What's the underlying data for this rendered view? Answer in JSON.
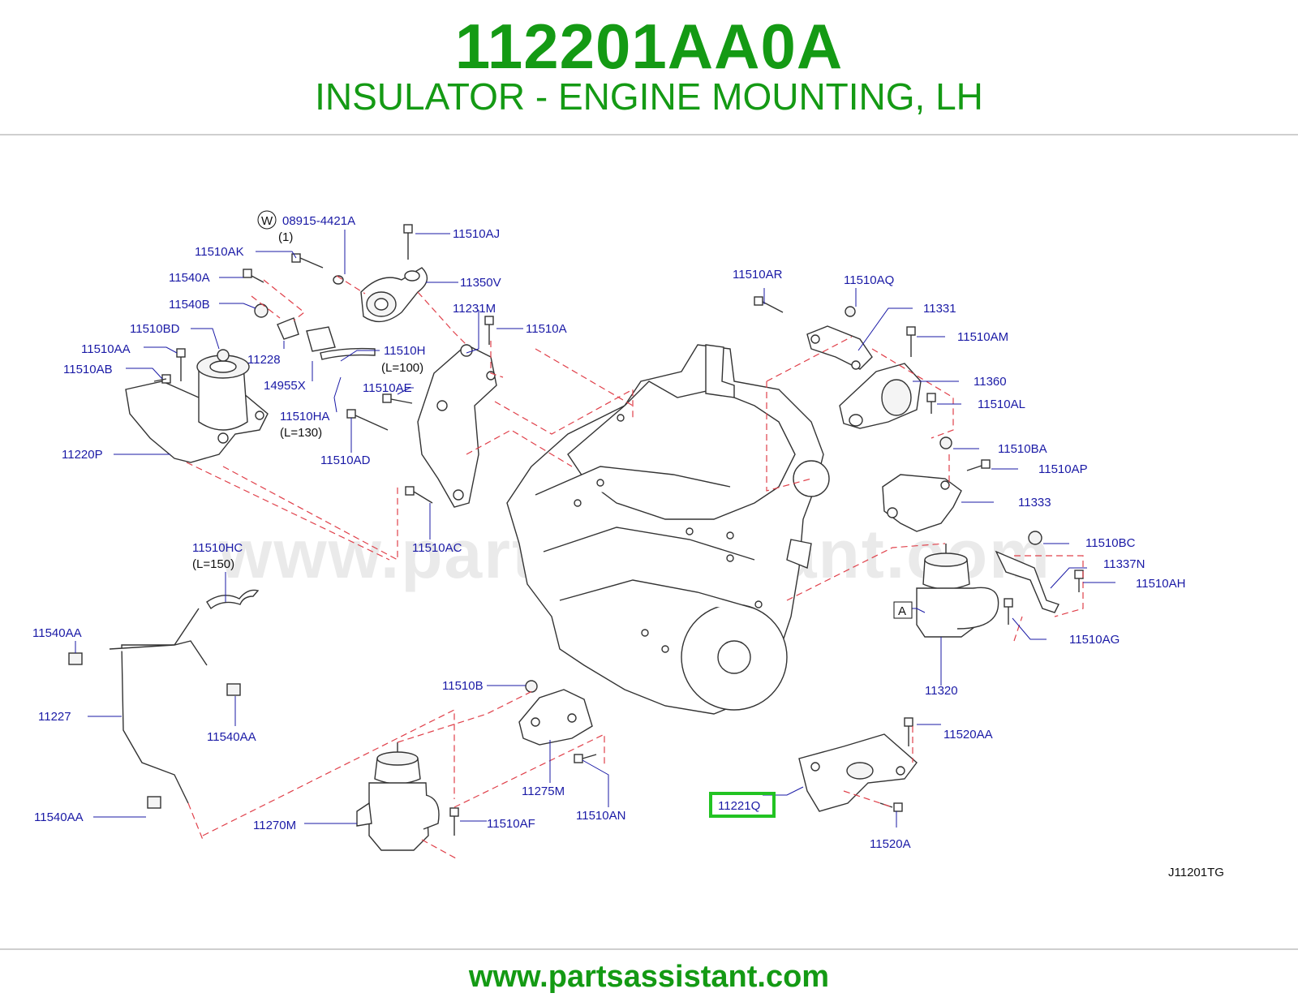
{
  "header": {
    "part_number": "112201AA0A",
    "part_name": "INSULATOR - ENGINE MOUNTING, LH"
  },
  "diagram": {
    "watermark": "www.partsassistant.com",
    "figure_code": "J11201TG",
    "highlighted_callout": "11221Q",
    "callouts": {
      "c08915": "08915-4421A",
      "c08915_qty": "(1)",
      "c08915_marker": "W",
      "c11510AJ": "11510AJ",
      "c11510AK": "11510AK",
      "c11540A": "11540A",
      "c11350V": "11350V",
      "c11540B": "11540B",
      "c11231M": "11231M",
      "c11510A": "11510A",
      "c11510BD": "11510BD",
      "c11510AA": "11510AA",
      "c11228": "11228",
      "c11510H": "11510H",
      "c11510H_len": "(L=100)",
      "c11510AB": "11510AB",
      "c14955X": "14955X",
      "c11510AE": "11510AE",
      "c11510HA": "11510HA",
      "c11510HA_len": "(L=130)",
      "c11220P": "11220P",
      "c11510AD": "11510AD",
      "c11510AC": "11510AC",
      "c11510HC": "11510HC",
      "c11510HC_len": "(L=150)",
      "c11540AA_1": "11540AA",
      "c11227": "11227",
      "c11540AA_2": "11540AA",
      "c11540AA_3": "11540AA",
      "c11510AR": "11510AR",
      "c11510AQ": "11510AQ",
      "c11331": "11331",
      "c11510AM": "11510AM",
      "c11360": "11360",
      "c11510AL": "11510AL",
      "c11510BA": "11510BA",
      "c11510AP": "11510AP",
      "c11333": "11333",
      "c11510BC": "11510BC",
      "c11337N": "11337N",
      "c11510AH": "11510AH",
      "cA": "A",
      "c11510AG": "11510AG",
      "c11320": "11320",
      "c11510B": "11510B",
      "c11275M": "11275M",
      "c11510AN": "11510AN",
      "c11270M": "11270M",
      "c11510AF": "11510AF",
      "c11520AA": "11520AA",
      "c11520A": "11520A"
    }
  },
  "footer": {
    "url": "www.partsassistant.com"
  },
  "colors": {
    "brand_green": "#149a14",
    "callout_blue": "#1a1aa6",
    "dashed_red": "#e0404a",
    "highlight_box": "#22c322"
  }
}
